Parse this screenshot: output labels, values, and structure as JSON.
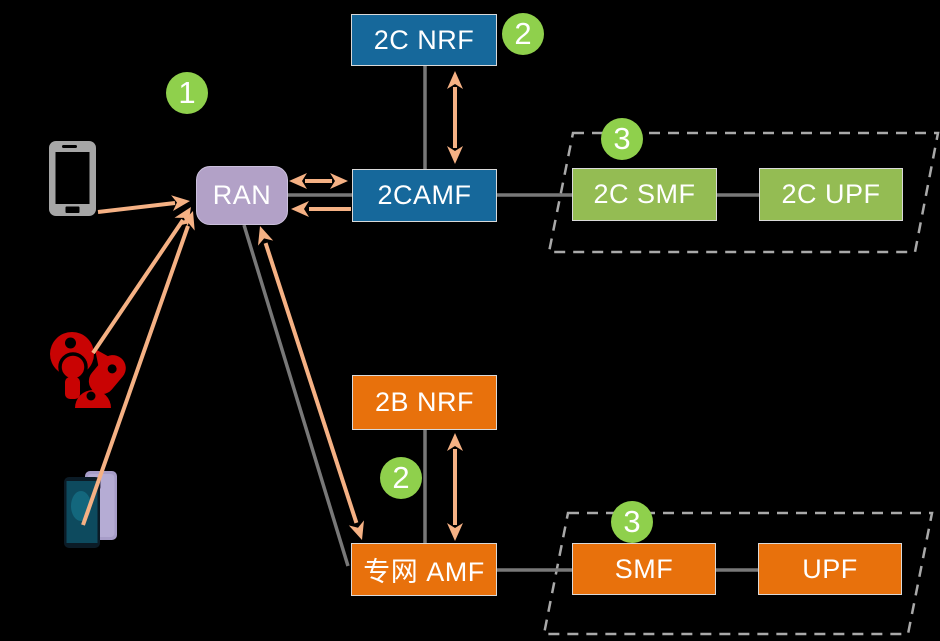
{
  "palette": {
    "background": "#000000",
    "blue_box": "#16689B",
    "orange_box": "#E8710C",
    "green_box": "#94BC53",
    "purple_box": "#B2A1C7",
    "step_badge_green": "#8FD04C",
    "arrow_orange": "#F5B184",
    "line_gray": "#787878",
    "dashed_border_gray": "#A9A9A9",
    "camera_red": "#C90303"
  },
  "steps": {
    "one": "1",
    "two": "2",
    "three": "3"
  },
  "nodes": {
    "ran": "RAN",
    "nrf_2c": "2C NRF",
    "amf_2c": "2CAMF",
    "smf_2c": "2C SMF",
    "upf_2c": "2C UPF",
    "nrf_2b": "2B NRF",
    "amf_private": "专网 AMF",
    "smf": "SMF",
    "upf": "UPF"
  },
  "icons": {
    "ue_phone": "mobile-phone-icon",
    "ue_cameras": "cctv-camera-icons",
    "ue_smartphone": "smartphone-photo-icon"
  },
  "edges": [
    {
      "from": "mobile-phone",
      "to": "ran",
      "style": "orange-arrow"
    },
    {
      "from": "cctv-cameras",
      "to": "ran",
      "style": "orange-arrow"
    },
    {
      "from": "smartphone",
      "to": "ran",
      "style": "orange-arrow"
    },
    {
      "from": "ran",
      "to": "amf_2c",
      "style": "orange-double-arrow"
    },
    {
      "from": "ran",
      "to": "amf_2c",
      "style": "gray-line"
    },
    {
      "from": "amf_2c",
      "to": "ran",
      "style": "orange-arrow"
    },
    {
      "from": "nrf_2c",
      "to": "amf_2c",
      "style": "gray-line"
    },
    {
      "from": "nrf_2c",
      "to": "amf_2c",
      "style": "orange-double-arrow"
    },
    {
      "from": "amf_2c",
      "to": "smf_2c",
      "style": "gray-line"
    },
    {
      "from": "smf_2c",
      "to": "upf_2c",
      "style": "gray-line"
    },
    {
      "from": "ran",
      "to": "amf_private",
      "style": "gray-line"
    },
    {
      "from": "ran",
      "to": "amf_private",
      "style": "orange-double-arrow"
    },
    {
      "from": "nrf_2b",
      "to": "amf_private",
      "style": "gray-line"
    },
    {
      "from": "nrf_2b",
      "to": "amf_private",
      "style": "orange-double-arrow"
    },
    {
      "from": "amf_private",
      "to": "smf",
      "style": "gray-line"
    },
    {
      "from": "smf",
      "to": "upf",
      "style": "gray-line"
    }
  ]
}
